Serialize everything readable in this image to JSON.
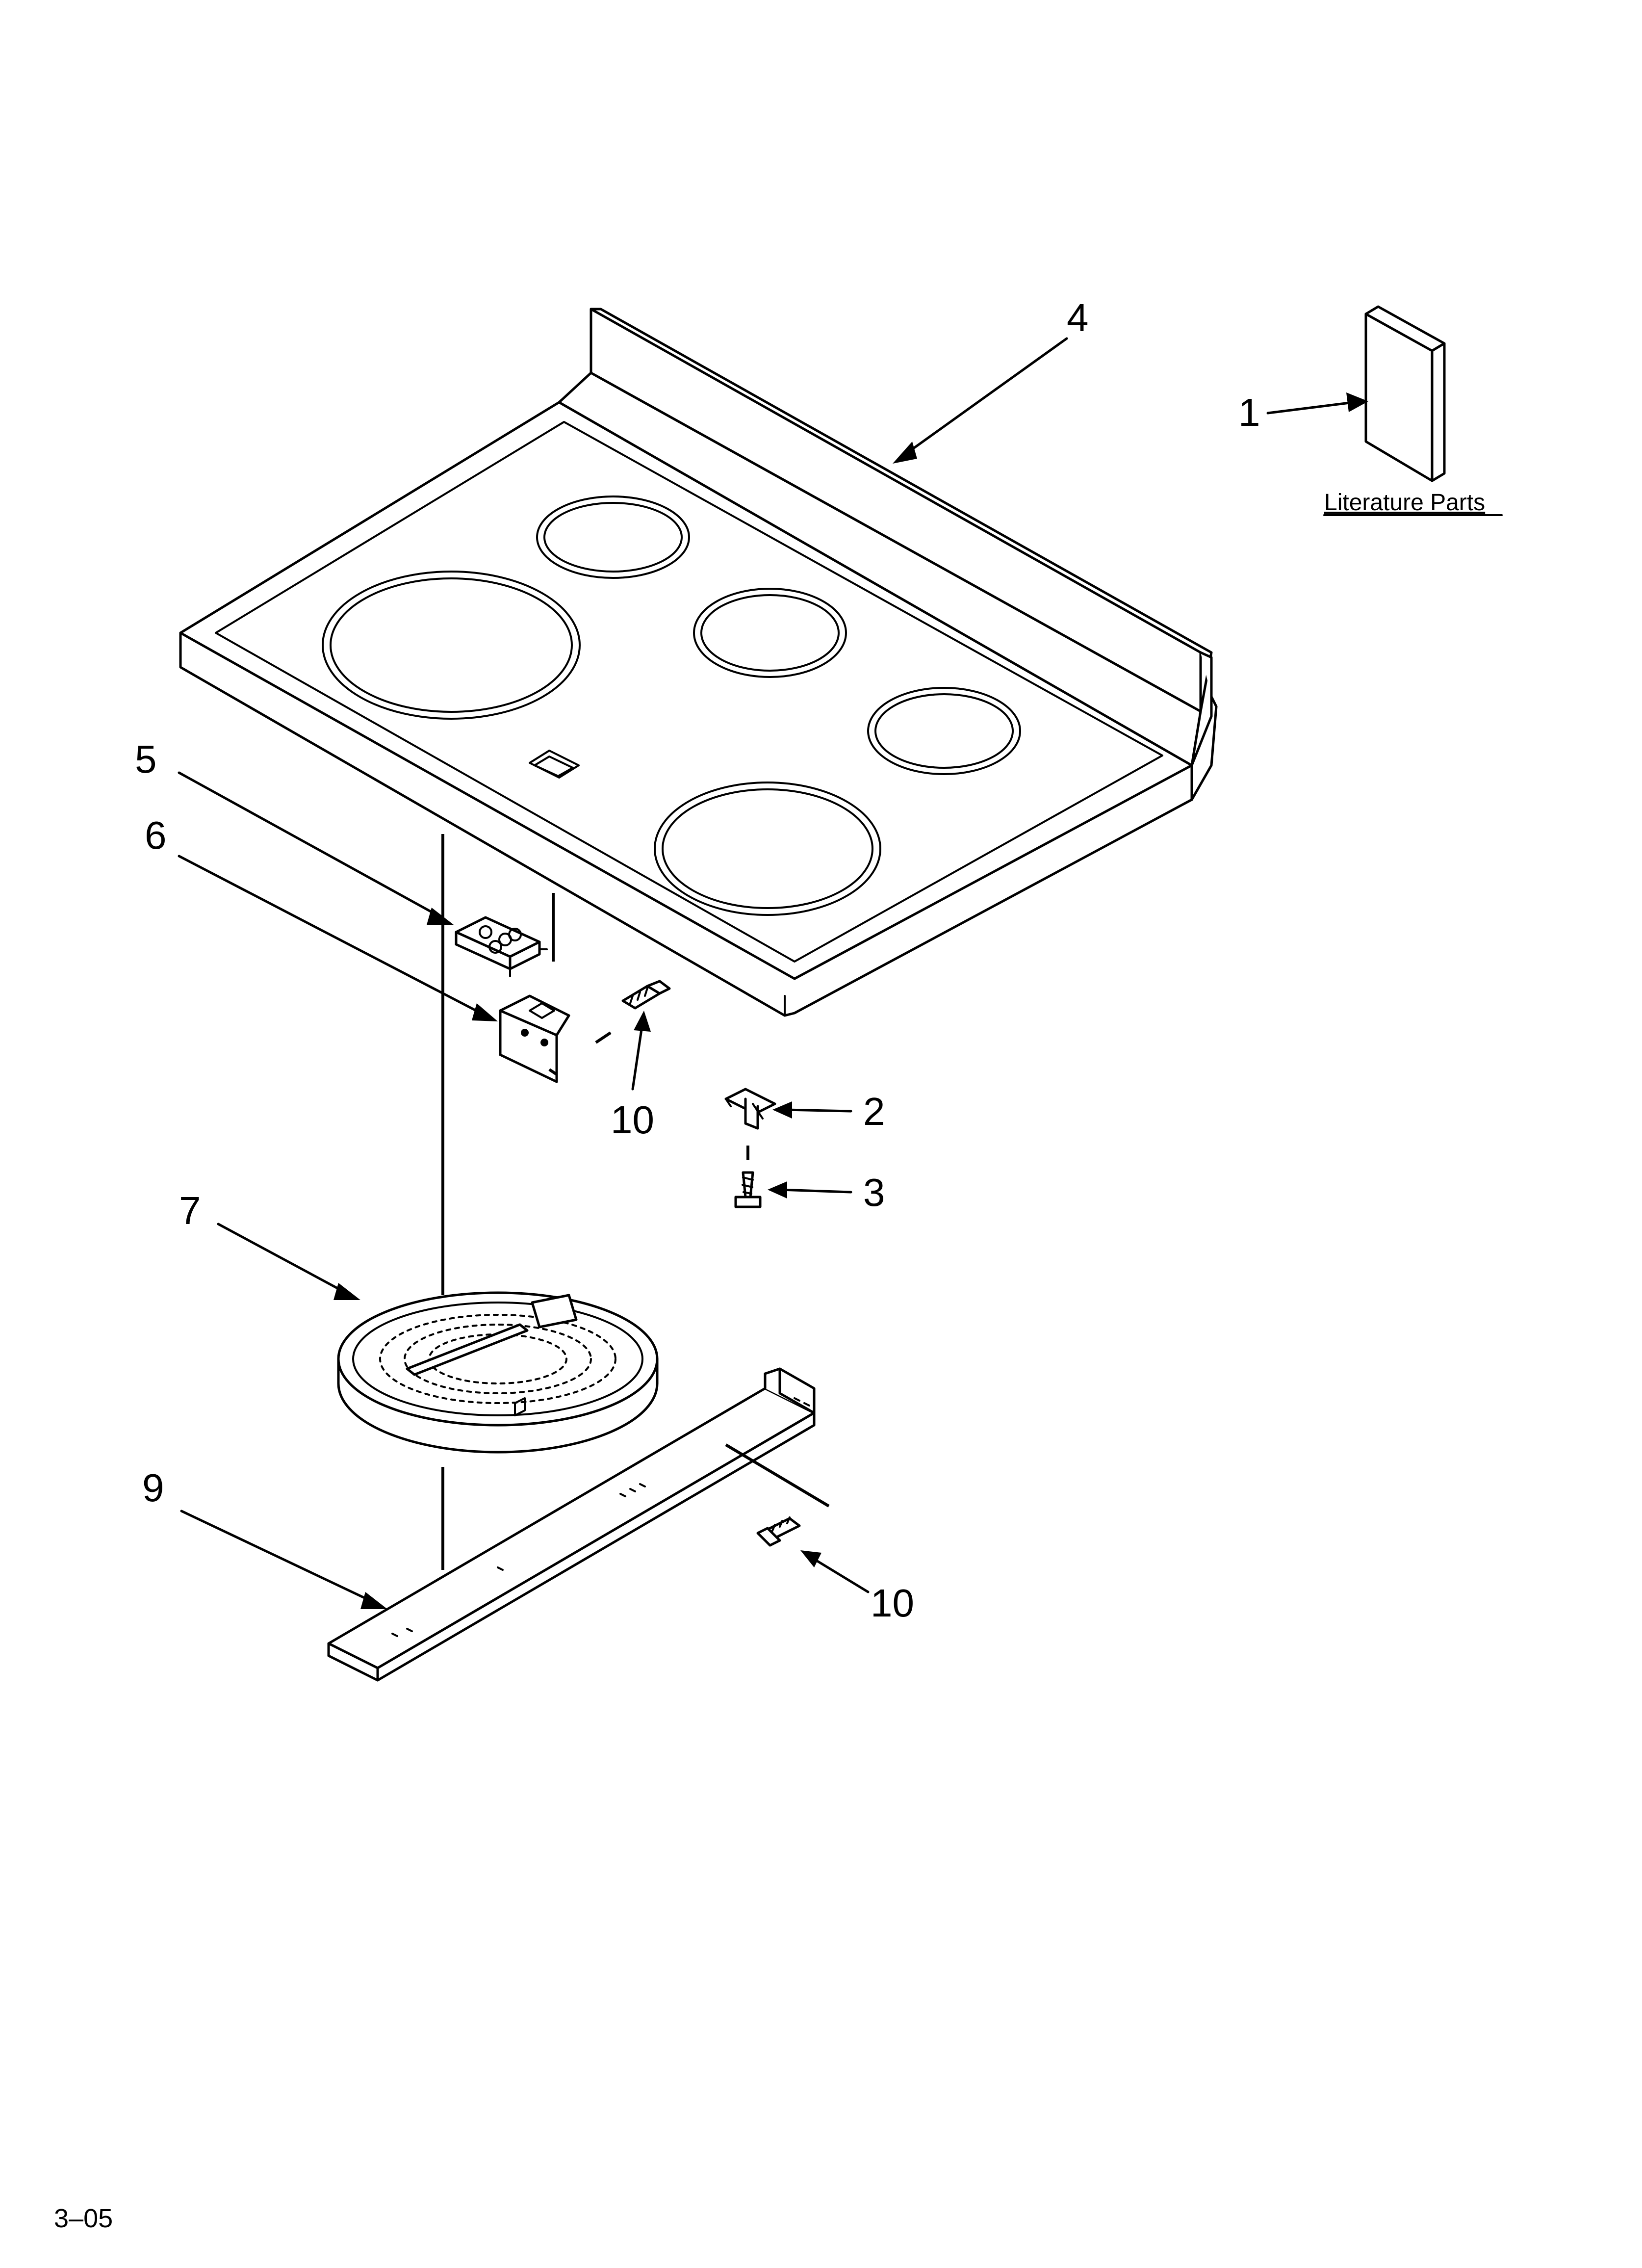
{
  "diagram": {
    "page_code": "3–05",
    "literature_label": "Literature Parts",
    "callouts": {
      "c1": "1",
      "c2": "2",
      "c3": "3",
      "c4": "4",
      "c5": "5",
      "c6": "6",
      "c7": "7",
      "c9": "9",
      "c10a": "10",
      "c10b": "10"
    }
  }
}
